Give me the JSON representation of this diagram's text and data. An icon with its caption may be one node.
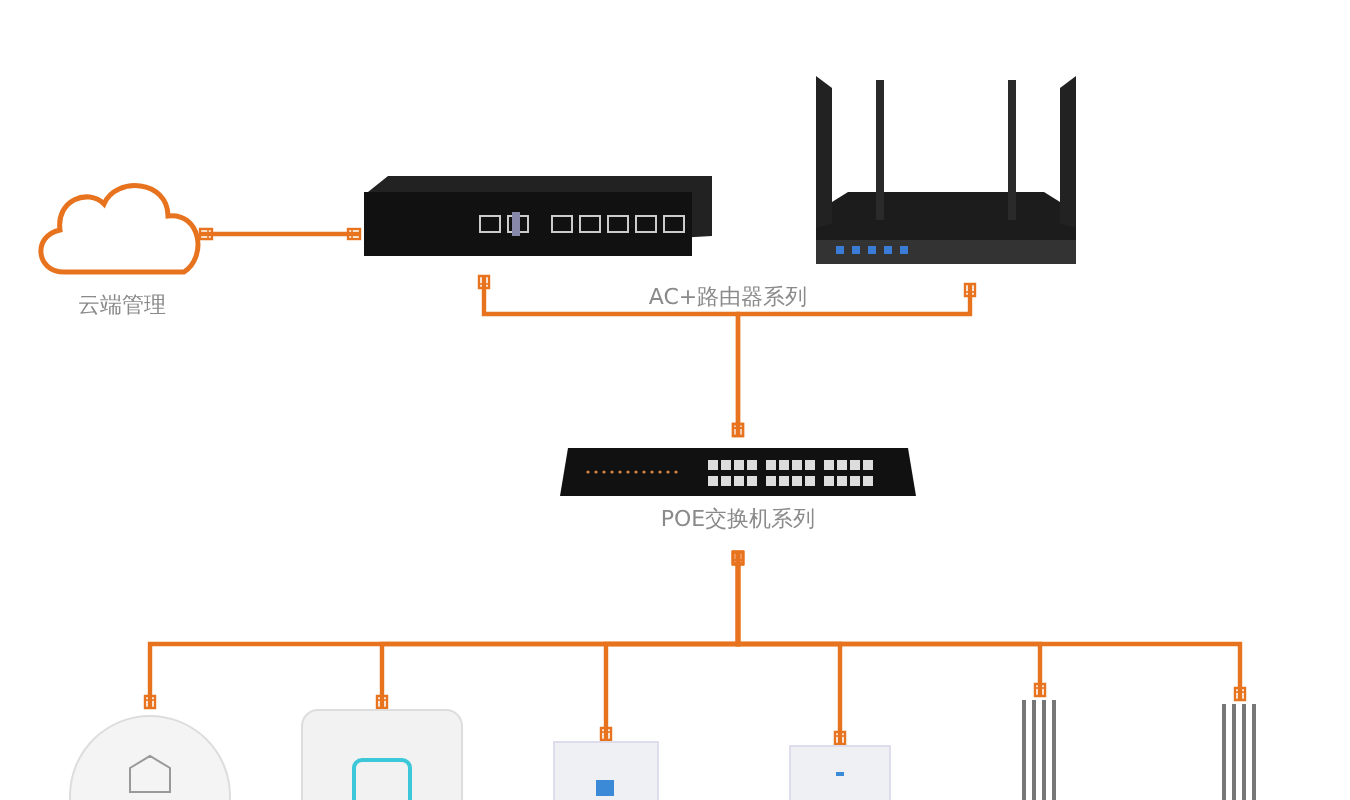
{
  "diagram": {
    "nodes": [
      {
        "text": [
          "云端管理"
        ]
      },
      {
        "text": [],
        "shape": "picture"
      },
      {
        "text": [],
        "shape": "picture"
      },
      {
        "text": [
          "POE交换机系列"
        ]
      },
      {
        "text": [],
        "shape": "picture"
      },
      {
        "text": [],
        "shape": "picture"
      },
      {
        "text": [],
        "shape": "picture"
      },
      {
        "text": [],
        "shape": "picture"
      },
      {
        "text": [],
        "shape": "picture"
      },
      {
        "text": [],
        "shape": "picture"
      }
    ],
    "edges": [
      {
        "from": 0,
        "to": 1,
        "arrow": "other"
      },
      {
        "from": 1,
        "to": 3,
        "arrow": "other"
      },
      {
        "from": 2,
        "to": 3,
        "arrow": "other"
      },
      {
        "from": 3,
        "to": 4,
        "arrow": "other"
      },
      {
        "from": 3,
        "to": 5,
        "arrow": "other"
      },
      {
        "from": 3,
        "to": 6,
        "arrow": "other"
      },
      {
        "from": 3,
        "to": 7,
        "arrow": "other"
      },
      {
        "from": 3,
        "to": 8,
        "arrow": "other"
      },
      {
        "from": 3,
        "to": 9,
        "arrow": "other"
      }
    ],
    "labels": [
      "AC+路由器系列"
    ]
  }
}
